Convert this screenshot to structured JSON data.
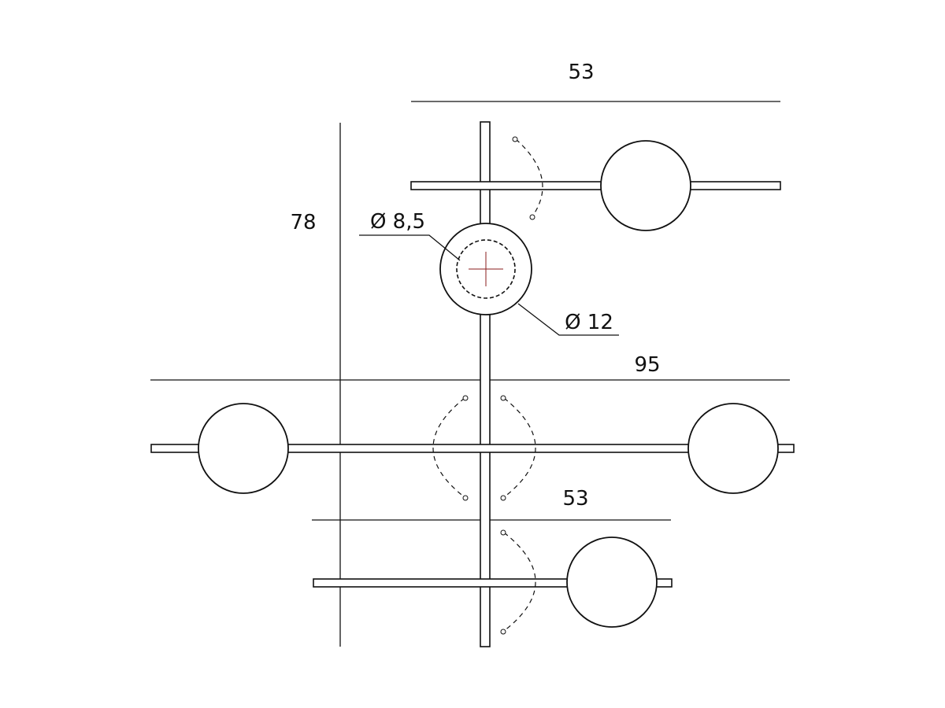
{
  "dimensions": {
    "top_width": "53",
    "height": "78",
    "hole_inner": "Ø 8,5",
    "hole_outer": "Ø 12",
    "middle_width": "95",
    "bottom_width": "53"
  }
}
